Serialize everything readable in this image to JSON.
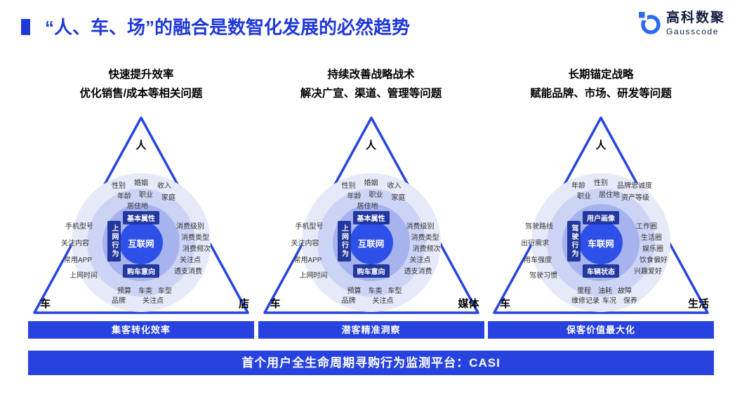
{
  "header": {
    "title": "“人、车、场”的融合是数智化发展的必然趋势",
    "logo": {
      "name": "高科数聚",
      "subtitle": "Gausscode"
    }
  },
  "colors": {
    "accent_blue": "#2742df",
    "title_blue": "#1f38d8",
    "badge_navy": "#22389f",
    "center_circle_blue": "#2d50e8"
  },
  "columns": [
    {
      "heading1": "快速提升效率",
      "heading2": "优化销售/成本等相关问题",
      "corner_top": "人",
      "corner_left": "车",
      "corner_right": "店",
      "center": "互联网",
      "badge_top": "基本属性",
      "badge_bottom": "购车意向",
      "badge_side": "上网行为",
      "top_labels": [
        "性别",
        "婚姻",
        "收入",
        "年龄",
        "职业",
        "家庭",
        "居住地"
      ],
      "left_labels": [
        "手机型号",
        "关注内容",
        "常用APP",
        "上网时间"
      ],
      "right_labels": [
        "消费级别",
        "消费类型",
        "消费频次",
        "关注点",
        "透支消费"
      ],
      "bottom_labels": [
        "预算",
        "车类",
        "车型",
        "品牌",
        "关注点"
      ],
      "banner": "集客转化效率"
    },
    {
      "heading1": "持续改善战略战术",
      "heading2": "解决广宣、渠道、管理等问题",
      "corner_top": "人",
      "corner_left": "车",
      "corner_right": "媒体",
      "center": "互联网",
      "badge_top": "基本属性",
      "badge_bottom": "购车意向",
      "badge_side": "上网行为",
      "top_labels": [
        "性别",
        "婚姻",
        "收入",
        "年龄",
        "职业",
        "家庭",
        "居住地"
      ],
      "left_labels": [
        "手机型号",
        "关注内容",
        "常用APP",
        "上网时间"
      ],
      "right_labels": [
        "消费级别",
        "消费类型",
        "消费频次",
        "关注点",
        "透支消费"
      ],
      "bottom_labels": [
        "预算",
        "车类",
        "车型",
        "品牌",
        "关注点"
      ],
      "banner": "潜客精准洞察"
    },
    {
      "heading1": "长期锚定战略",
      "heading2": "赋能品牌、市场、研发等问题",
      "corner_top": "人",
      "corner_left": "车",
      "corner_right": "生活",
      "center": "车联网",
      "badge_top": "用户画像",
      "badge_bottom": "车辆状态",
      "badge_side": "驾驶行为",
      "top_labels": [
        "年龄",
        "性别",
        "品牌忠诚度",
        "职业",
        "居住地",
        "资产等级"
      ],
      "left_labels": [
        "驾驶路线",
        "出行需求",
        "用车强度",
        "驾驶习惯"
      ],
      "right_labels": [
        "工作圈",
        "生活圈",
        "娱乐圈",
        "饮食偏好",
        "兴趣爱好"
      ],
      "bottom_labels": [
        "里程",
        "油耗",
        "故障",
        "维修记录",
        "车况",
        "保养"
      ],
      "banner": "保客价值最大化"
    }
  ],
  "bottom_banner": "首个用户全生命周期寻购行为监测平台：CASI"
}
